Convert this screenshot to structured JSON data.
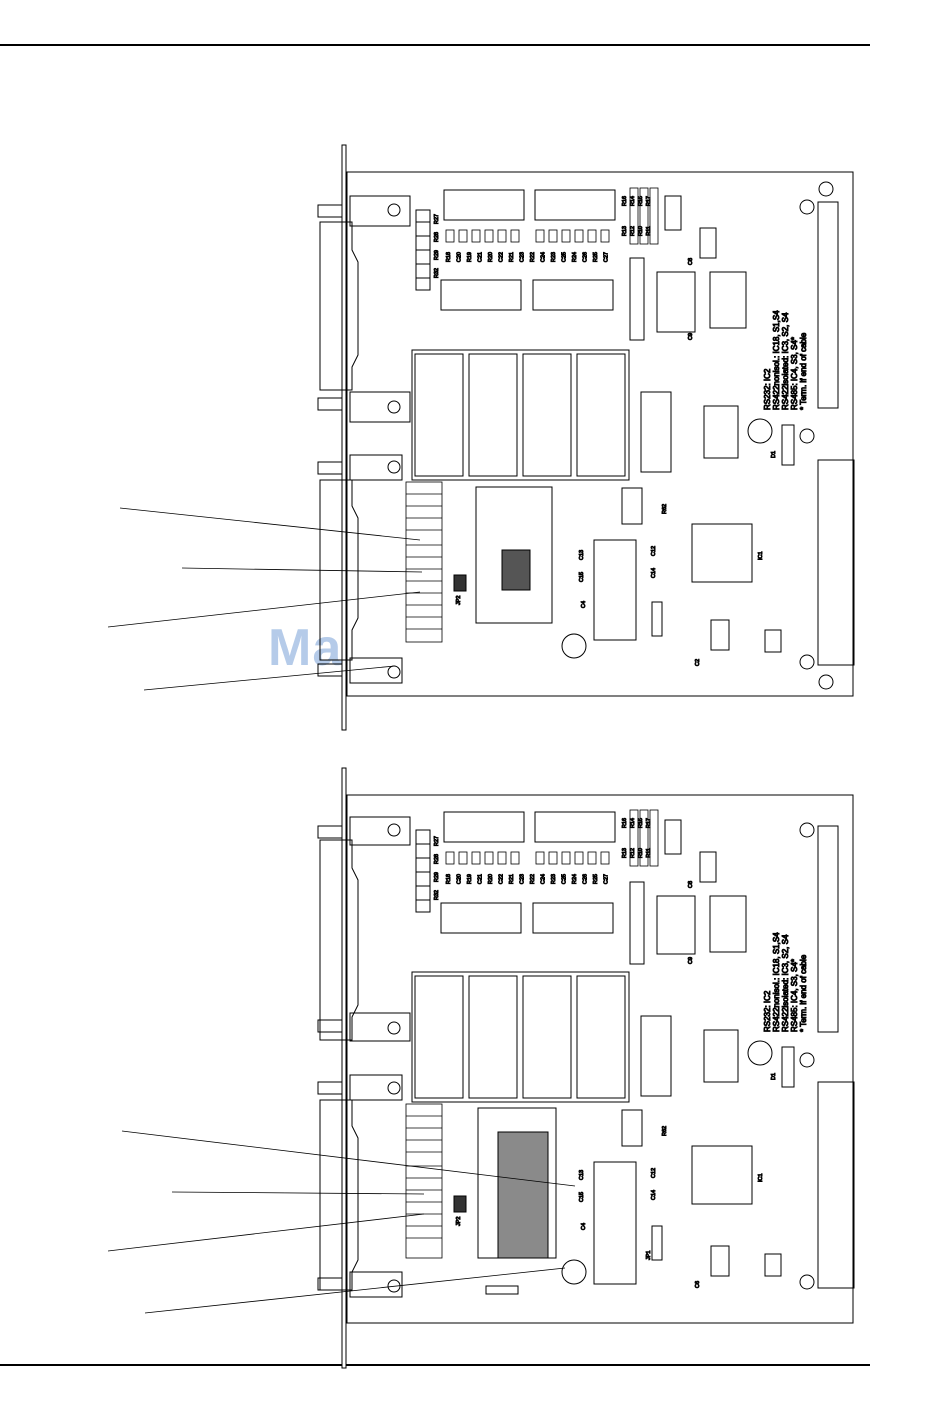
{
  "watermark": "ManualsLib.com",
  "board_notes": {
    "line1": "RS232: IC2",
    "line2": "RS422nonisol.: IC18, S1,S4",
    "line3": "RS422isolated: IC3, S2, S4",
    "line4": "RS485: IC4, S3, S4*",
    "line5": "* Term. if end of cable"
  },
  "components": {
    "ic1": "IC1",
    "d1": "D1",
    "jp1": "JP1",
    "jp2": "JP2",
    "r62": "R62",
    "c2": "C2",
    "c4": "C4",
    "c6": "C6",
    "c8": "C8",
    "c9": "C9",
    "c12": "C12",
    "c13": "C13",
    "c14": "C14",
    "c15": "C15",
    "r_row_top": [
      "R16",
      "R14",
      "R15",
      "R17",
      "R13",
      "R12",
      "R10",
      "R11"
    ],
    "r_row_left": [
      "R27",
      "R28",
      "R29",
      "R32"
    ],
    "rc_row": [
      "R18",
      "C20",
      "R19",
      "C21",
      "R20",
      "C22",
      "R21",
      "C23",
      "R22",
      "C24",
      "R23",
      "C25",
      "R24",
      "C26",
      "R25",
      "C27"
    ]
  }
}
